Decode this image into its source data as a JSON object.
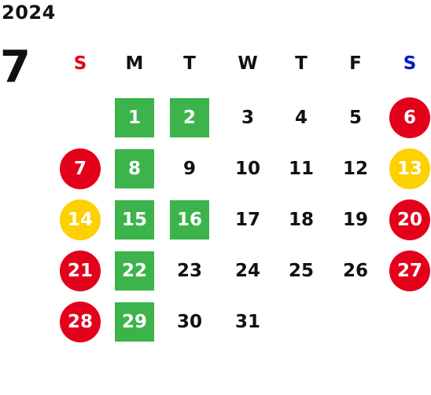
{
  "calendar": {
    "year": "2024",
    "month": "7",
    "weekdays": [
      "S",
      "M",
      "T",
      "W",
      "T",
      "F",
      "S"
    ],
    "weekday_colors": [
      "#e3001b",
      "#111111",
      "#111111",
      "#111111",
      "#111111",
      "#111111",
      "#0019c8"
    ],
    "mark_colors": {
      "red": "#e3001b",
      "yellow": "#fdd000",
      "green": "#3cb44b"
    },
    "weeks": [
      [
        null,
        {
          "d": "1",
          "mark": "green"
        },
        {
          "d": "2",
          "mark": "green"
        },
        {
          "d": "3"
        },
        {
          "d": "4"
        },
        {
          "d": "5"
        },
        {
          "d": "6",
          "mark": "red"
        }
      ],
      [
        {
          "d": "7",
          "mark": "red"
        },
        {
          "d": "8",
          "mark": "green"
        },
        {
          "d": "9"
        },
        {
          "d": "10"
        },
        {
          "d": "11"
        },
        {
          "d": "12"
        },
        {
          "d": "13",
          "mark": "yellow"
        }
      ],
      [
        {
          "d": "14",
          "mark": "yellow"
        },
        {
          "d": "15",
          "mark": "green"
        },
        {
          "d": "16",
          "mark": "green"
        },
        {
          "d": "17"
        },
        {
          "d": "18"
        },
        {
          "d": "19"
        },
        {
          "d": "20",
          "mark": "red"
        }
      ],
      [
        {
          "d": "21",
          "mark": "red"
        },
        {
          "d": "22",
          "mark": "green"
        },
        {
          "d": "23"
        },
        {
          "d": "24"
        },
        {
          "d": "25"
        },
        {
          "d": "26"
        },
        {
          "d": "27",
          "mark": "red"
        }
      ],
      [
        {
          "d": "28",
          "mark": "red"
        },
        {
          "d": "29",
          "mark": "green"
        },
        {
          "d": "30"
        },
        {
          "d": "31"
        },
        null,
        null,
        null
      ]
    ]
  }
}
